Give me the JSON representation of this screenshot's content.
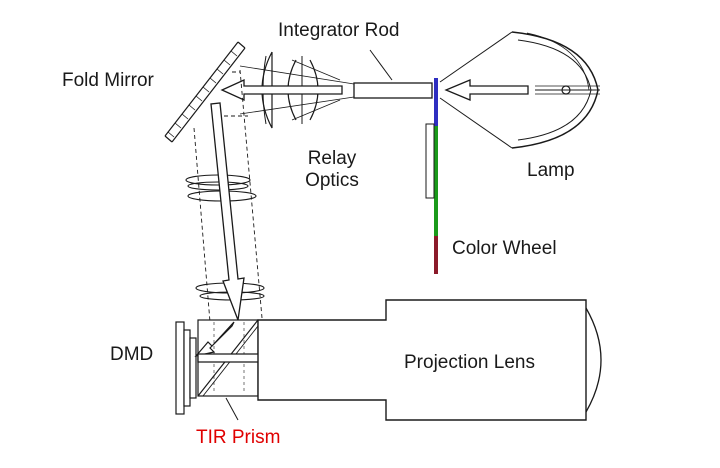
{
  "labels": {
    "integrator_rod": "Integrator Rod",
    "fold_mirror": "Fold Mirror",
    "relay_line1": "Relay",
    "relay_line2": "Optics",
    "lamp": "Lamp",
    "color_wheel": "Color Wheel",
    "dmd": "DMD",
    "projection_lens": "Projection Lens",
    "tir_prism": "TIR Prism"
  },
  "colors": {
    "line": "#1a1a1a",
    "tir_label": "#e00000",
    "wheel_blue": "#2e2ec0",
    "wheel_green": "#1a9a1a",
    "wheel_red": "#8b1a2a"
  }
}
